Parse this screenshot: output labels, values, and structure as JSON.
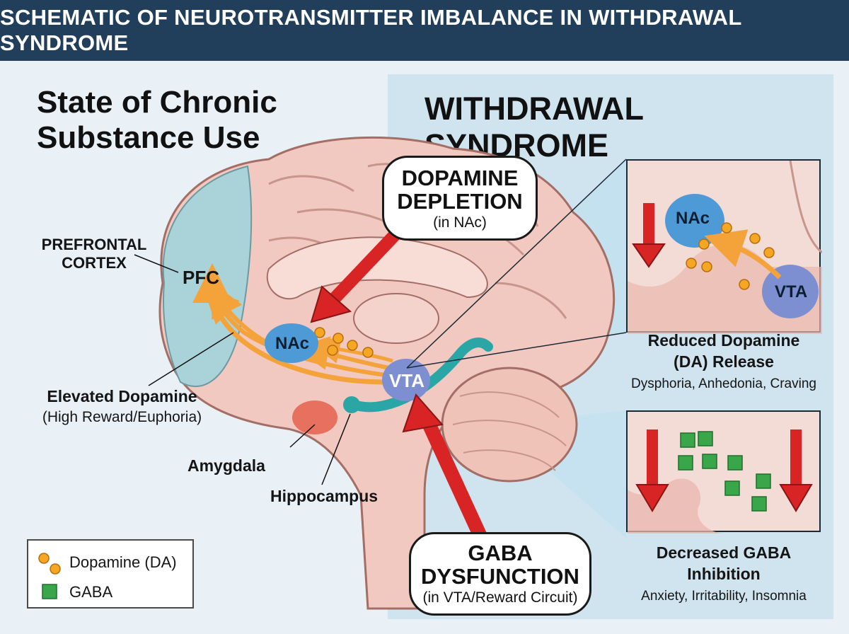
{
  "title": "SCHEMATIC OF NEUROTRANSMITTER IMBALANCE IN WITHDRAWAL SYNDROME",
  "left_heading_line1": "State of Chronic",
  "left_heading_line2": "Substance Use",
  "right_heading": "WITHDRAWAL SYNDROME",
  "labels": {
    "prefrontal_line1": "PREFRONTAL",
    "prefrontal_line2": "CORTEX",
    "pfc": "PFC",
    "nac": "NAc",
    "vta": "VTA",
    "elevated_title": "Elevated Dopamine",
    "elevated_sub": "(High Reward/Euphoria)",
    "amygdala": "Amygdala",
    "hippocampus": "Hippocampus"
  },
  "dopamine_bubble": {
    "line1": "DOPAMINE",
    "line2": "DEPLETION",
    "sub": "(in NAc)"
  },
  "gaba_bubble": {
    "line1": "GABA",
    "line2": "DYSFUNCTION",
    "sub": "(in VTA/Reward Circuit)"
  },
  "inset_top": {
    "nac": "NAc",
    "vta": "VTA",
    "title_line1": "Reduced Dopamine",
    "title_line2": "(DA) Release",
    "symptoms": "Dysphoria, Anhedonia, Craving"
  },
  "inset_bottom": {
    "title_line1": "Decreased GABA",
    "title_line2": "Inhibition",
    "symptoms": "Anxiety, Irritability, Insomnia"
  },
  "legend": {
    "dopamine": "Dopamine (DA)",
    "gaba": "GABA"
  },
  "colors": {
    "header": "#213f5a",
    "brain": "#f2c9c0",
    "pfc": "#a9d3d8",
    "dopamine_path": "#f4a23a",
    "red_arrow": "#d82424",
    "nac": "#4e9ad6",
    "vta": "#7d8fd0",
    "gaba": "#3aa64a",
    "dopamine_dot": "#f5a623"
  }
}
